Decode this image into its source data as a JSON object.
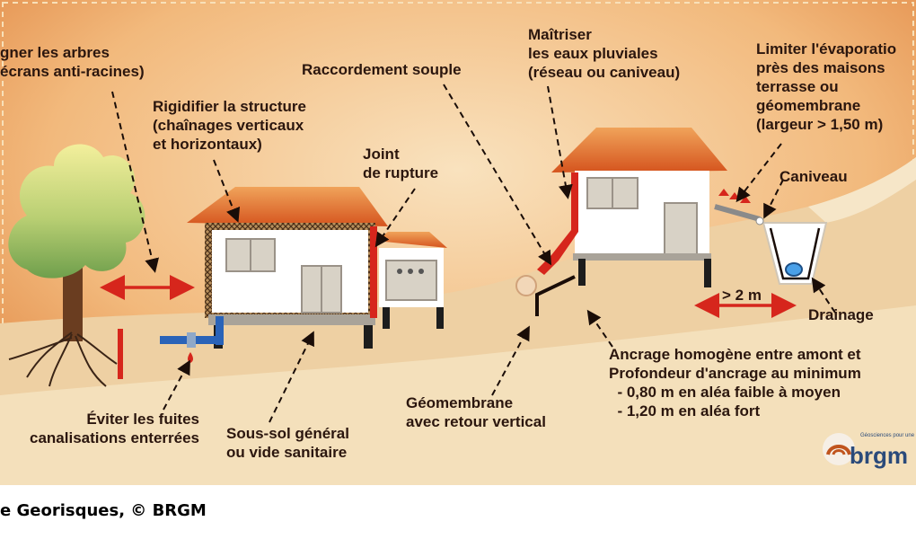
{
  "labels": {
    "trees": [
      "gner les arbres",
      "écrans anti-racines)"
    ],
    "rigidify": [
      "Rigidifier la structure",
      "(chaînages verticaux",
      "et horizontaux)"
    ],
    "flexible_joint": [
      "Raccordement souple"
    ],
    "rupture_joint": [
      "Joint",
      "de rupture"
    ],
    "rainwater": [
      "Maîtriser",
      "les eaux pluviales",
      "(réseau ou caniveau)"
    ],
    "evaporation": [
      "Limiter l'évaporatio",
      "près des maisons",
      "terrasse ou",
      "géomembrane",
      "(largeur > 1,50 m)"
    ],
    "gutter": [
      "Caniveau"
    ],
    "distance": [
      "> 2 m"
    ],
    "drainage": [
      "Drainage"
    ],
    "anchoring": [
      "Ancrage homogène entre amont et",
      "Profondeur d'ancrage au minimum",
      "  - 0,80 m en aléa faible à moyen",
      "  - 1,20 m en aléa fort"
    ],
    "geomembrane": [
      "Géomembrane",
      "avec retour vertical"
    ],
    "basement": [
      "Sous-sol général",
      "ou vide sanitaire"
    ],
    "leaks": [
      "Éviter les fuites",
      "canalisations enterrées"
    ]
  },
  "logo": {
    "brand": "brgm",
    "tagline": "Géosciences pour une"
  },
  "caption": "e Georisques, © BRGM",
  "colors": {
    "bg_light": "#f7d9b0",
    "bg_dark": "#e0833e",
    "accent_red": "#d6261c",
    "text": "#2b160e",
    "roof": "#e0722c",
    "brand": "#2a4a7a"
  }
}
